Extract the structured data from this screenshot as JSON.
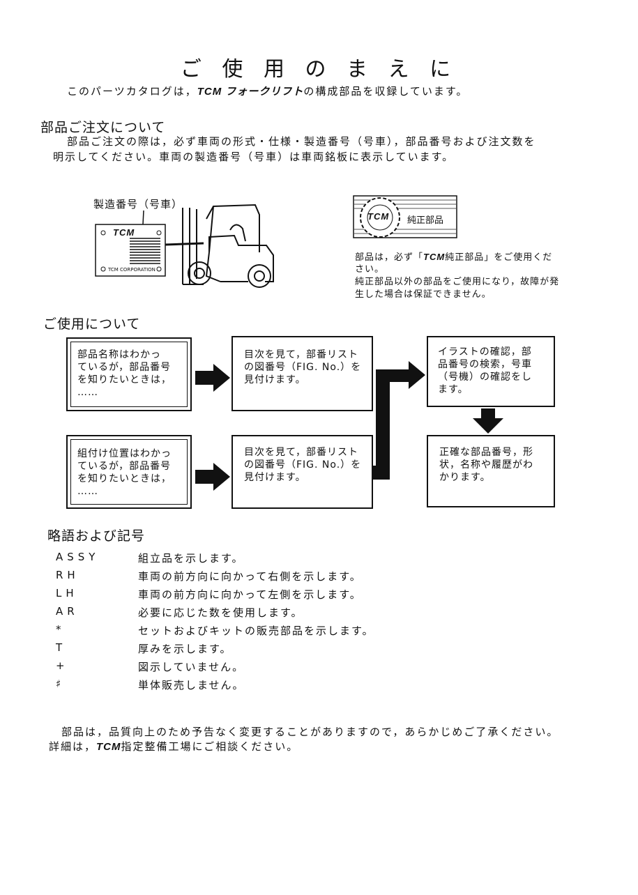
{
  "title": "ご 使 用 の ま え に",
  "intro": {
    "before": "このパーツカタログは，",
    "brand": "TCM フォークリフト",
    "after": "の構成部品を収録しています。"
  },
  "order_section": {
    "heading": "部品ご注文について",
    "line1": "部品ご注文の際は，必ず車両の形式・仕様・製造番号（号車），部品番号および注文数を",
    "line2": "明示してください。車両の製造番号（号車）は車両銘板に表示しています。",
    "plate_label": "製造番号（号車）",
    "plate_logo": "TCM",
    "plate_maker": "TCM CORPORATION",
    "genuine_logo": "TCM",
    "genuine_label": "純正部品",
    "note1_pre": "部品は，必ず「",
    "note1_brand": "TCM",
    "note1_post": "純正部品」をご使用くだ",
    "note2": "さい。",
    "note3": "純正部品以外の部品をご使用になり，故障が発",
    "note4": "生した場合は保証できません。"
  },
  "usage_section": {
    "heading": "ご使用について",
    "box1": [
      "部品名称はわかっ",
      "ているが，部品番号",
      "を知りたいときは，",
      "……"
    ],
    "box2": [
      "目次を見て，部番リスト",
      "の図番号（FIG. No.）を",
      "見付けます。"
    ],
    "box3": [
      "組付け位置はわかっ",
      "ているが，部品番号",
      "を知りたいときは，",
      "……"
    ],
    "box4": [
      "目次を見て，部番リスト",
      "の図番号（FIG. No.）を",
      "見付けます。"
    ],
    "box5": [
      "イラストの確認，部",
      "品番号の検索，号車",
      "（号機）の確認をし",
      "ます。"
    ],
    "box6": [
      "正確な部品番号，形",
      "状，名称や履歴がわ",
      "かります。"
    ]
  },
  "abbrev_section": {
    "heading": "略語および記号",
    "items": [
      {
        "code": "ASSY",
        "desc": "組立品を示します。"
      },
      {
        "code": "RH",
        "desc": "車両の前方向に向かって右側を示します。"
      },
      {
        "code": "LH",
        "desc": "車両の前方向に向かって左側を示します。"
      },
      {
        "code": "AR",
        "desc": "必要に応じた数を使用します。"
      },
      {
        "code": "*",
        "desc": "セットおよびキットの販売部品を示します。"
      },
      {
        "code": "T",
        "desc": "厚みを示します。"
      },
      {
        "code": "+",
        "desc": "図示していません。"
      },
      {
        "code": "♯",
        "desc": "単体販売しません。"
      }
    ]
  },
  "footer": {
    "line1": "部品は，品質向上のため予告なく変更することがありますので，あらかじめご了承ください。",
    "line2_pre": "詳細は，",
    "line2_brand": "TCM",
    "line2_post": "指定整備工場にご相談ください。"
  }
}
